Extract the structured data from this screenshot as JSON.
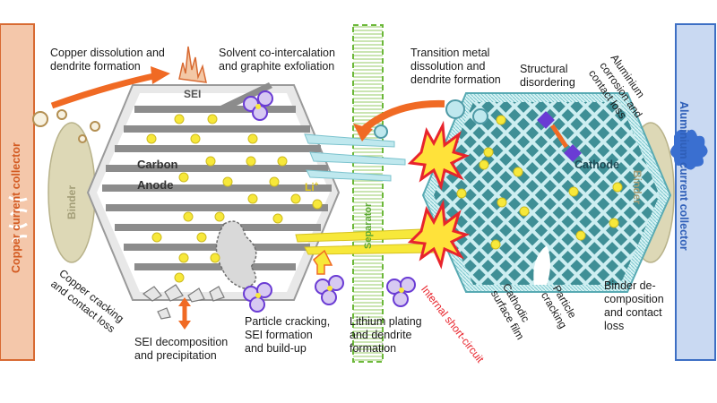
{
  "collectors": {
    "copper": "Copper current collector",
    "aluminium": "Aluminium current collector"
  },
  "electrodes": {
    "anode_line1": "Carbon",
    "anode_line2": "Anode",
    "sei": "SEI",
    "li_ion": "Li",
    "li_sup": "+",
    "cathode": "Cathode"
  },
  "binder": "Binder",
  "separator": "Separator",
  "labels": {
    "copper_dissolution": "Copper dissolution and\ndendrite formation",
    "solvent": "Solvent co-intercalation\nand graphite exfoliation",
    "transition": "Transition metal\ndissolution and\ndendrite formation",
    "structural": "Structural\ndisordering",
    "al_corrosion": "Aluminium\ncorrosion and\ncontact loss",
    "copper_cracking": "Copper cracking\nand contact loss",
    "sei_decomp": "SEI decomposition\nand precipitation",
    "particle_cracking_sei": "Particle cracking,\nSEI formation\nand build-up",
    "lithium_plating": "Lithium plating\nand dendrite\nformation",
    "internal_short": "Internal short-circuit",
    "cathodic_film": "Cathodic\nsurface film",
    "particle_cracking": "Particle\ncracking",
    "binder_decomp": "Binder de-\ncomposition\nand contact\nloss"
  },
  "colors": {
    "copper": "#e07a3c",
    "aluminium": "#3d6fc4",
    "arrow": "#f06a24",
    "particle": "#f7e83a",
    "graphite": "#8c8c8c",
    "cathode_diamond": "#3f8f96",
    "binder": "#d9d3ad",
    "separator": "#7dbe4a",
    "short_circuit": "#e8242c"
  }
}
